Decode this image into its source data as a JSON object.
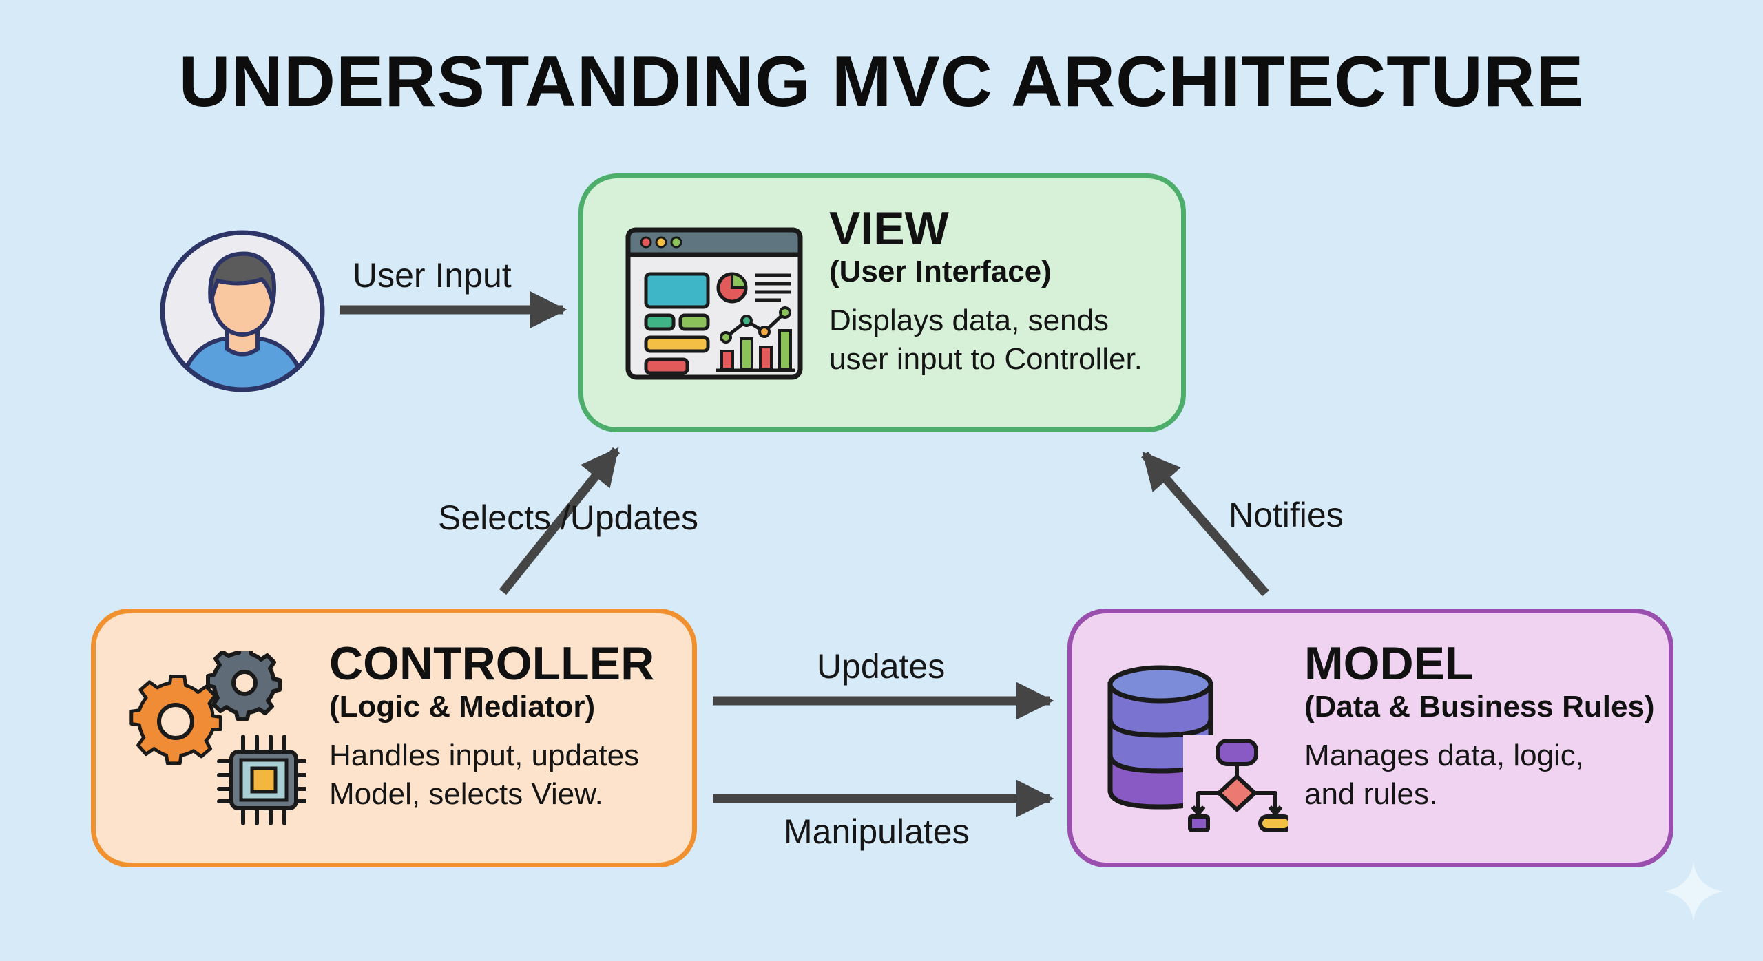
{
  "title": "UNDERSTANDING MVC ARCHITECTURE",
  "colors": {
    "background": "#d6eaf8",
    "view_border": "#4cae6a",
    "view_fill": "#d6f1d7",
    "controller_border": "#f0902e",
    "controller_fill": "#fde3cb",
    "model_border": "#9a4fae",
    "model_fill": "#efd3f0",
    "arrow": "#454545"
  },
  "user": {
    "icon": "user-avatar-icon"
  },
  "view": {
    "heading": "VIEW",
    "subtitle": "(User Interface)",
    "description_lines": [
      "Displays data, sends",
      "user input to Controller."
    ],
    "icon": "dashboard-window-icon"
  },
  "controller": {
    "heading": "CONTROLLER",
    "subtitle": "(Logic & Mediator)",
    "description_lines": [
      "Handles input, updates",
      "Model, selects View."
    ],
    "icon": "gears-chip-icon"
  },
  "model": {
    "heading": "MODEL",
    "subtitle": "(Data & Business Rules)",
    "description_lines": [
      "Manages data, logic,",
      "and rules."
    ],
    "icon": "database-flowchart-icon"
  },
  "arrows": {
    "user_input": "User Input",
    "selects_updates": "Selects /Updates",
    "notifies": "Notifies",
    "updates": "Updates",
    "manipulates": "Manipulates"
  },
  "watermark": {
    "icon": "sparkle-icon"
  }
}
